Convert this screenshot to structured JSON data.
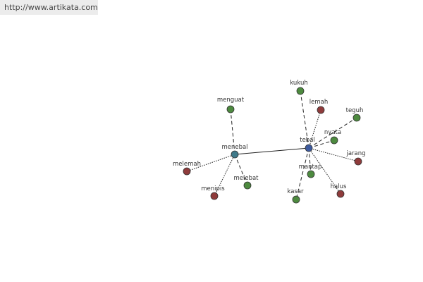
{
  "header": {
    "url": "http://www.artikata.com"
  },
  "colors": {
    "center": "#3d5a9e",
    "hub": "#3f7a8a",
    "synonym": "#4d8a3f",
    "antonym": "#8f3b3b"
  },
  "graph": {
    "nodes": [
      {
        "id": "tebal",
        "label": "tebal",
        "kind": "center"
      },
      {
        "id": "menebal",
        "label": "menebal",
        "kind": "hub"
      },
      {
        "id": "menguat",
        "label": "menguat",
        "kind": "synonym"
      },
      {
        "id": "melemah",
        "label": "melemah",
        "kind": "antonym"
      },
      {
        "id": "menipis",
        "label": "menipis",
        "kind": "antonym"
      },
      {
        "id": "melebat",
        "label": "melebat",
        "kind": "synonym"
      },
      {
        "id": "kukuh",
        "label": "kukuh",
        "kind": "synonym"
      },
      {
        "id": "lemah",
        "label": "lemah",
        "kind": "antonym"
      },
      {
        "id": "teguh",
        "label": "teguh",
        "kind": "synonym"
      },
      {
        "id": "nyata",
        "label": "nyata",
        "kind": "synonym"
      },
      {
        "id": "jarang",
        "label": "jarang",
        "kind": "antonym"
      },
      {
        "id": "mantap",
        "label": "mantap",
        "kind": "synonym"
      },
      {
        "id": "halus",
        "label": "halus",
        "kind": "antonym"
      },
      {
        "id": "kasar",
        "label": "kasar",
        "kind": "synonym"
      }
    ],
    "edges": [
      {
        "from": "tebal",
        "to": "menebal",
        "style": "solid"
      },
      {
        "from": "menebal",
        "to": "menguat",
        "style": "dashed"
      },
      {
        "from": "menebal",
        "to": "melemah",
        "style": "dotted"
      },
      {
        "from": "menebal",
        "to": "menipis",
        "style": "dotted"
      },
      {
        "from": "menebal",
        "to": "melebat",
        "style": "dashed"
      },
      {
        "from": "tebal",
        "to": "kukuh",
        "style": "dashed"
      },
      {
        "from": "tebal",
        "to": "lemah",
        "style": "dotted"
      },
      {
        "from": "tebal",
        "to": "teguh",
        "style": "dashed"
      },
      {
        "from": "tebal",
        "to": "nyata",
        "style": "dashed"
      },
      {
        "from": "tebal",
        "to": "jarang",
        "style": "dotted"
      },
      {
        "from": "tebal",
        "to": "mantap",
        "style": "dashed"
      },
      {
        "from": "tebal",
        "to": "halus",
        "style": "dotted"
      },
      {
        "from": "tebal",
        "to": "kasar",
        "style": "dashed"
      }
    ]
  }
}
